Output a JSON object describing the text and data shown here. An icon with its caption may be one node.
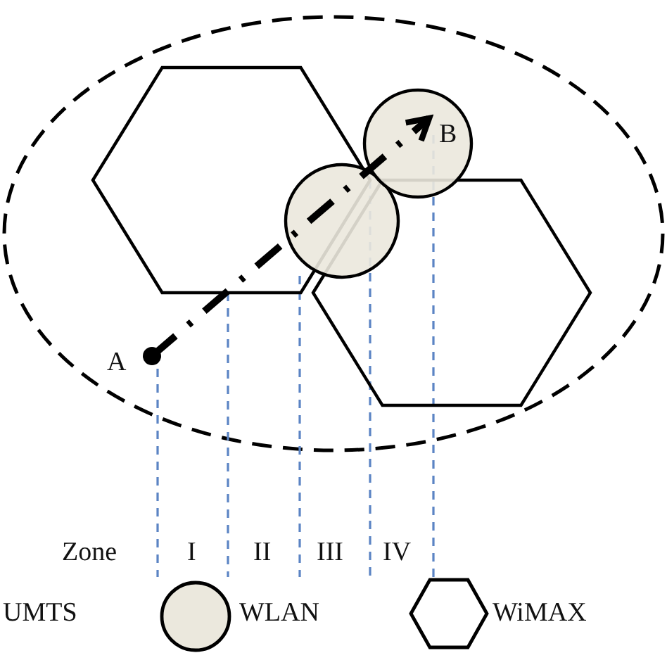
{
  "diagram": {
    "nodes": [
      {
        "text": [
          "A"
        ]
      },
      {
        "text": [
          "B"
        ]
      }
    ],
    "edges": [
      {
        "from": 0,
        "to": 1,
        "arrow": "to",
        "style": "dashed"
      }
    ],
    "labels": [
      "Zone",
      "I",
      "II",
      "III",
      "IV"
    ],
    "legend": [
      {
        "text": "UMTS"
      },
      {
        "text": "WLAN"
      },
      {
        "text": "WiMAX"
      }
    ]
  }
}
